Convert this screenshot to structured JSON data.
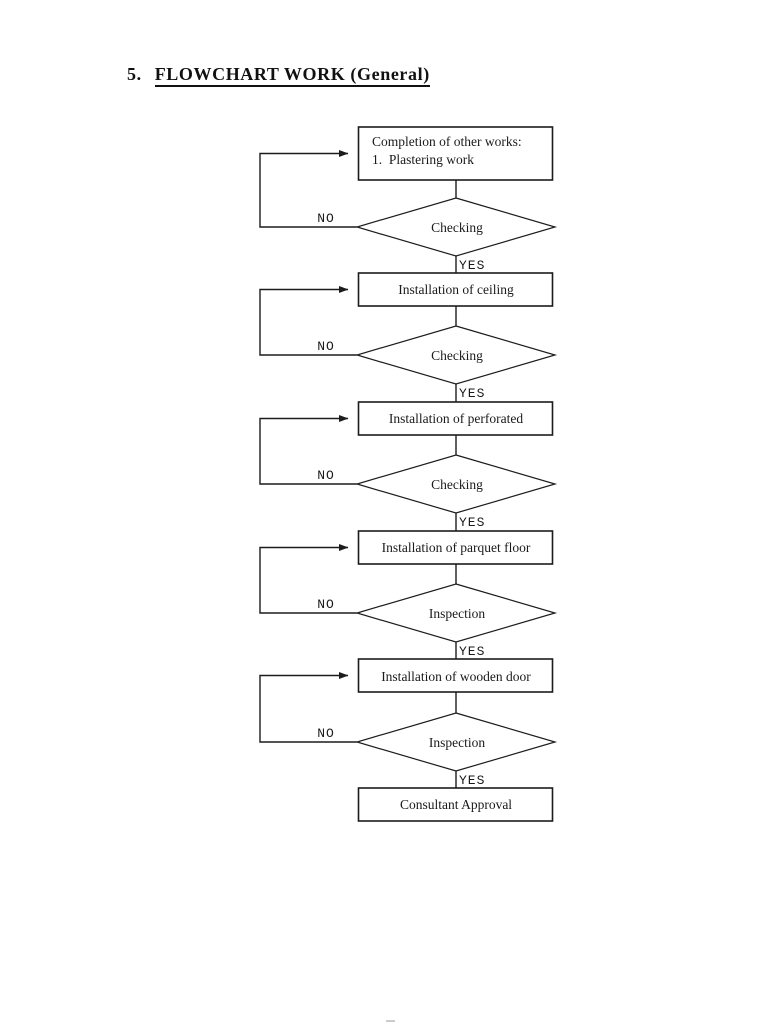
{
  "heading": {
    "number": "5.",
    "title": "FLOWCHART WORK (General)"
  },
  "flowchart": {
    "no_label": "NO",
    "yes_label": "YES",
    "start_box": {
      "line1": "Completion of other works:",
      "line2": "1.  Plastering work"
    },
    "boxes": [
      "Installation of ceiling",
      "Installation of perforated",
      "Installation of parquet floor",
      "Installation of wooden door"
    ],
    "decisions": [
      "Checking",
      "Checking",
      "Checking",
      "Inspection",
      "Inspection"
    ],
    "end_box": "Consultant Approval"
  }
}
